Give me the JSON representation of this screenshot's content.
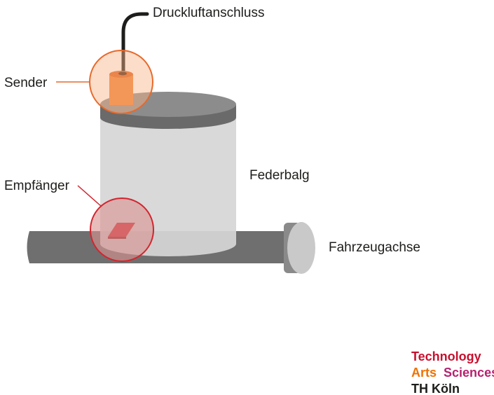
{
  "labels": {
    "compressed_air": "Druckluftanschluss",
    "sender": "Sender",
    "receiver": "Empfänger",
    "bellows": "Federbalg",
    "axle": "Fahrzeugachse"
  },
  "logo": {
    "line1": "Technology",
    "line2a": "Arts",
    "line2b": "Sciences",
    "line3": "TH Köln"
  },
  "colors": {
    "sender_accent": "#e8692a",
    "receiver_accent": "#d2252f",
    "logo_technology": "#c8102e",
    "logo_arts": "#ee7203",
    "logo_sciences": "#b6216f",
    "logo_th": "#1d1d1b"
  },
  "icons": {
    "sender": "sender-cylinder-icon",
    "receiver": "receiver-plate-icon"
  }
}
